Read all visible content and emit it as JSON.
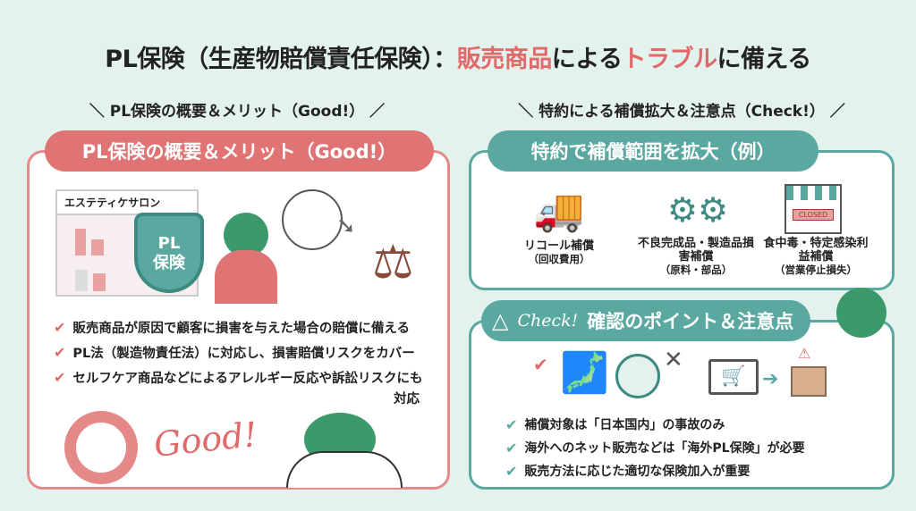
{
  "title": {
    "part1": "PL保険（生産物賠償責任保険）：",
    "part2": "販売商品",
    "part3": "による",
    "part4": "トラブル",
    "part5": "に備える"
  },
  "left": {
    "subheading": "＼ PL保険の概要＆メリット（Good!） ／",
    "pill": "PL保険の概要＆メリット（Good!）",
    "salon_sign": "エステティケサロン",
    "shield_text": "PL\n保険",
    "bullets": [
      "販売商品が原因で顧客に損害を与えた場合の賠償に備える",
      "PL法（製造物責任法）に対応し、損害賠償リスクをカバー",
      "セルフケア商品などによるアレルギー反応や訴訟リスクにも"
    ],
    "bullet3_cont": "対応",
    "good": "Good!"
  },
  "right_top": {
    "subheading": "＼ 特約による補償拡大＆注意点（Check!） ／",
    "pill": "特約で補償範囲を拡大（例）",
    "items": [
      {
        "label": "リコール補償",
        "note": "（回収費用）",
        "icon": "truck-icon"
      },
      {
        "label": "不良完成品・製造品損害補償",
        "note": "（原料・部品）",
        "icon": "gears-icon"
      },
      {
        "label": "食中毒・特定感染利益補償",
        "note": "（営業停止損失）",
        "icon": "closed-shop-icon"
      }
    ],
    "closed_sign": "CLOSED"
  },
  "right_bottom": {
    "check_label": "Check!",
    "pill": "確認のポイント＆注意点",
    "bullets": [
      "補償対象は「日本国内」の事故のみ",
      "海外へのネット販売などは「海外PL保険」が必要",
      "販売方法に応じた適切な保険加入が重要"
    ]
  },
  "colors": {
    "red": "#e06a6a",
    "teal": "#5aa8a0",
    "bg": "#e4f2ee"
  }
}
